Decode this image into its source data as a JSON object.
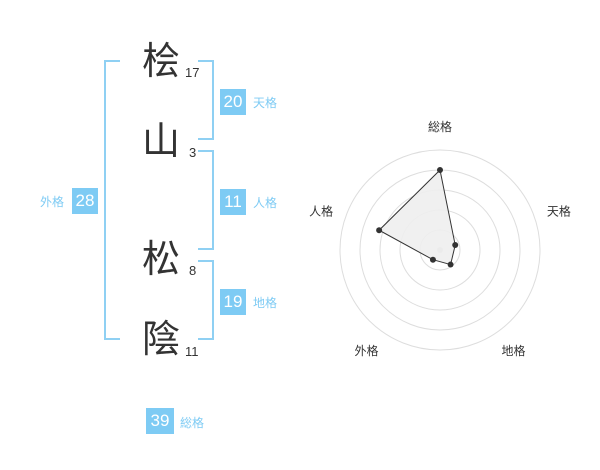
{
  "name": {
    "chars": [
      {
        "char": "桧",
        "strokes": "17"
      },
      {
        "char": "山",
        "strokes": "3"
      },
      {
        "char": "松",
        "strokes": "8"
      },
      {
        "char": "陰",
        "strokes": "11"
      }
    ]
  },
  "kakusu": {
    "tenkaku": {
      "value": "20",
      "label": "天格"
    },
    "jinkaku": {
      "value": "11",
      "label": "人格"
    },
    "chikaku": {
      "value": "19",
      "label": "地格"
    },
    "gaikaku": {
      "value": "28",
      "label": "外格"
    },
    "soukaku": {
      "value": "39",
      "label": "総格"
    }
  },
  "radar": {
    "axes": [
      "総格",
      "天格",
      "地格",
      "外格",
      "人格"
    ],
    "levels": 5,
    "values": [
      4.0,
      0.8,
      0.9,
      0.6,
      3.2
    ]
  },
  "colors": {
    "accent": "#7ecbf4",
    "bracket": "#8fd0f3",
    "text": "#333333",
    "grid": "#dddddd",
    "radar_fill": "#eeeeee"
  }
}
